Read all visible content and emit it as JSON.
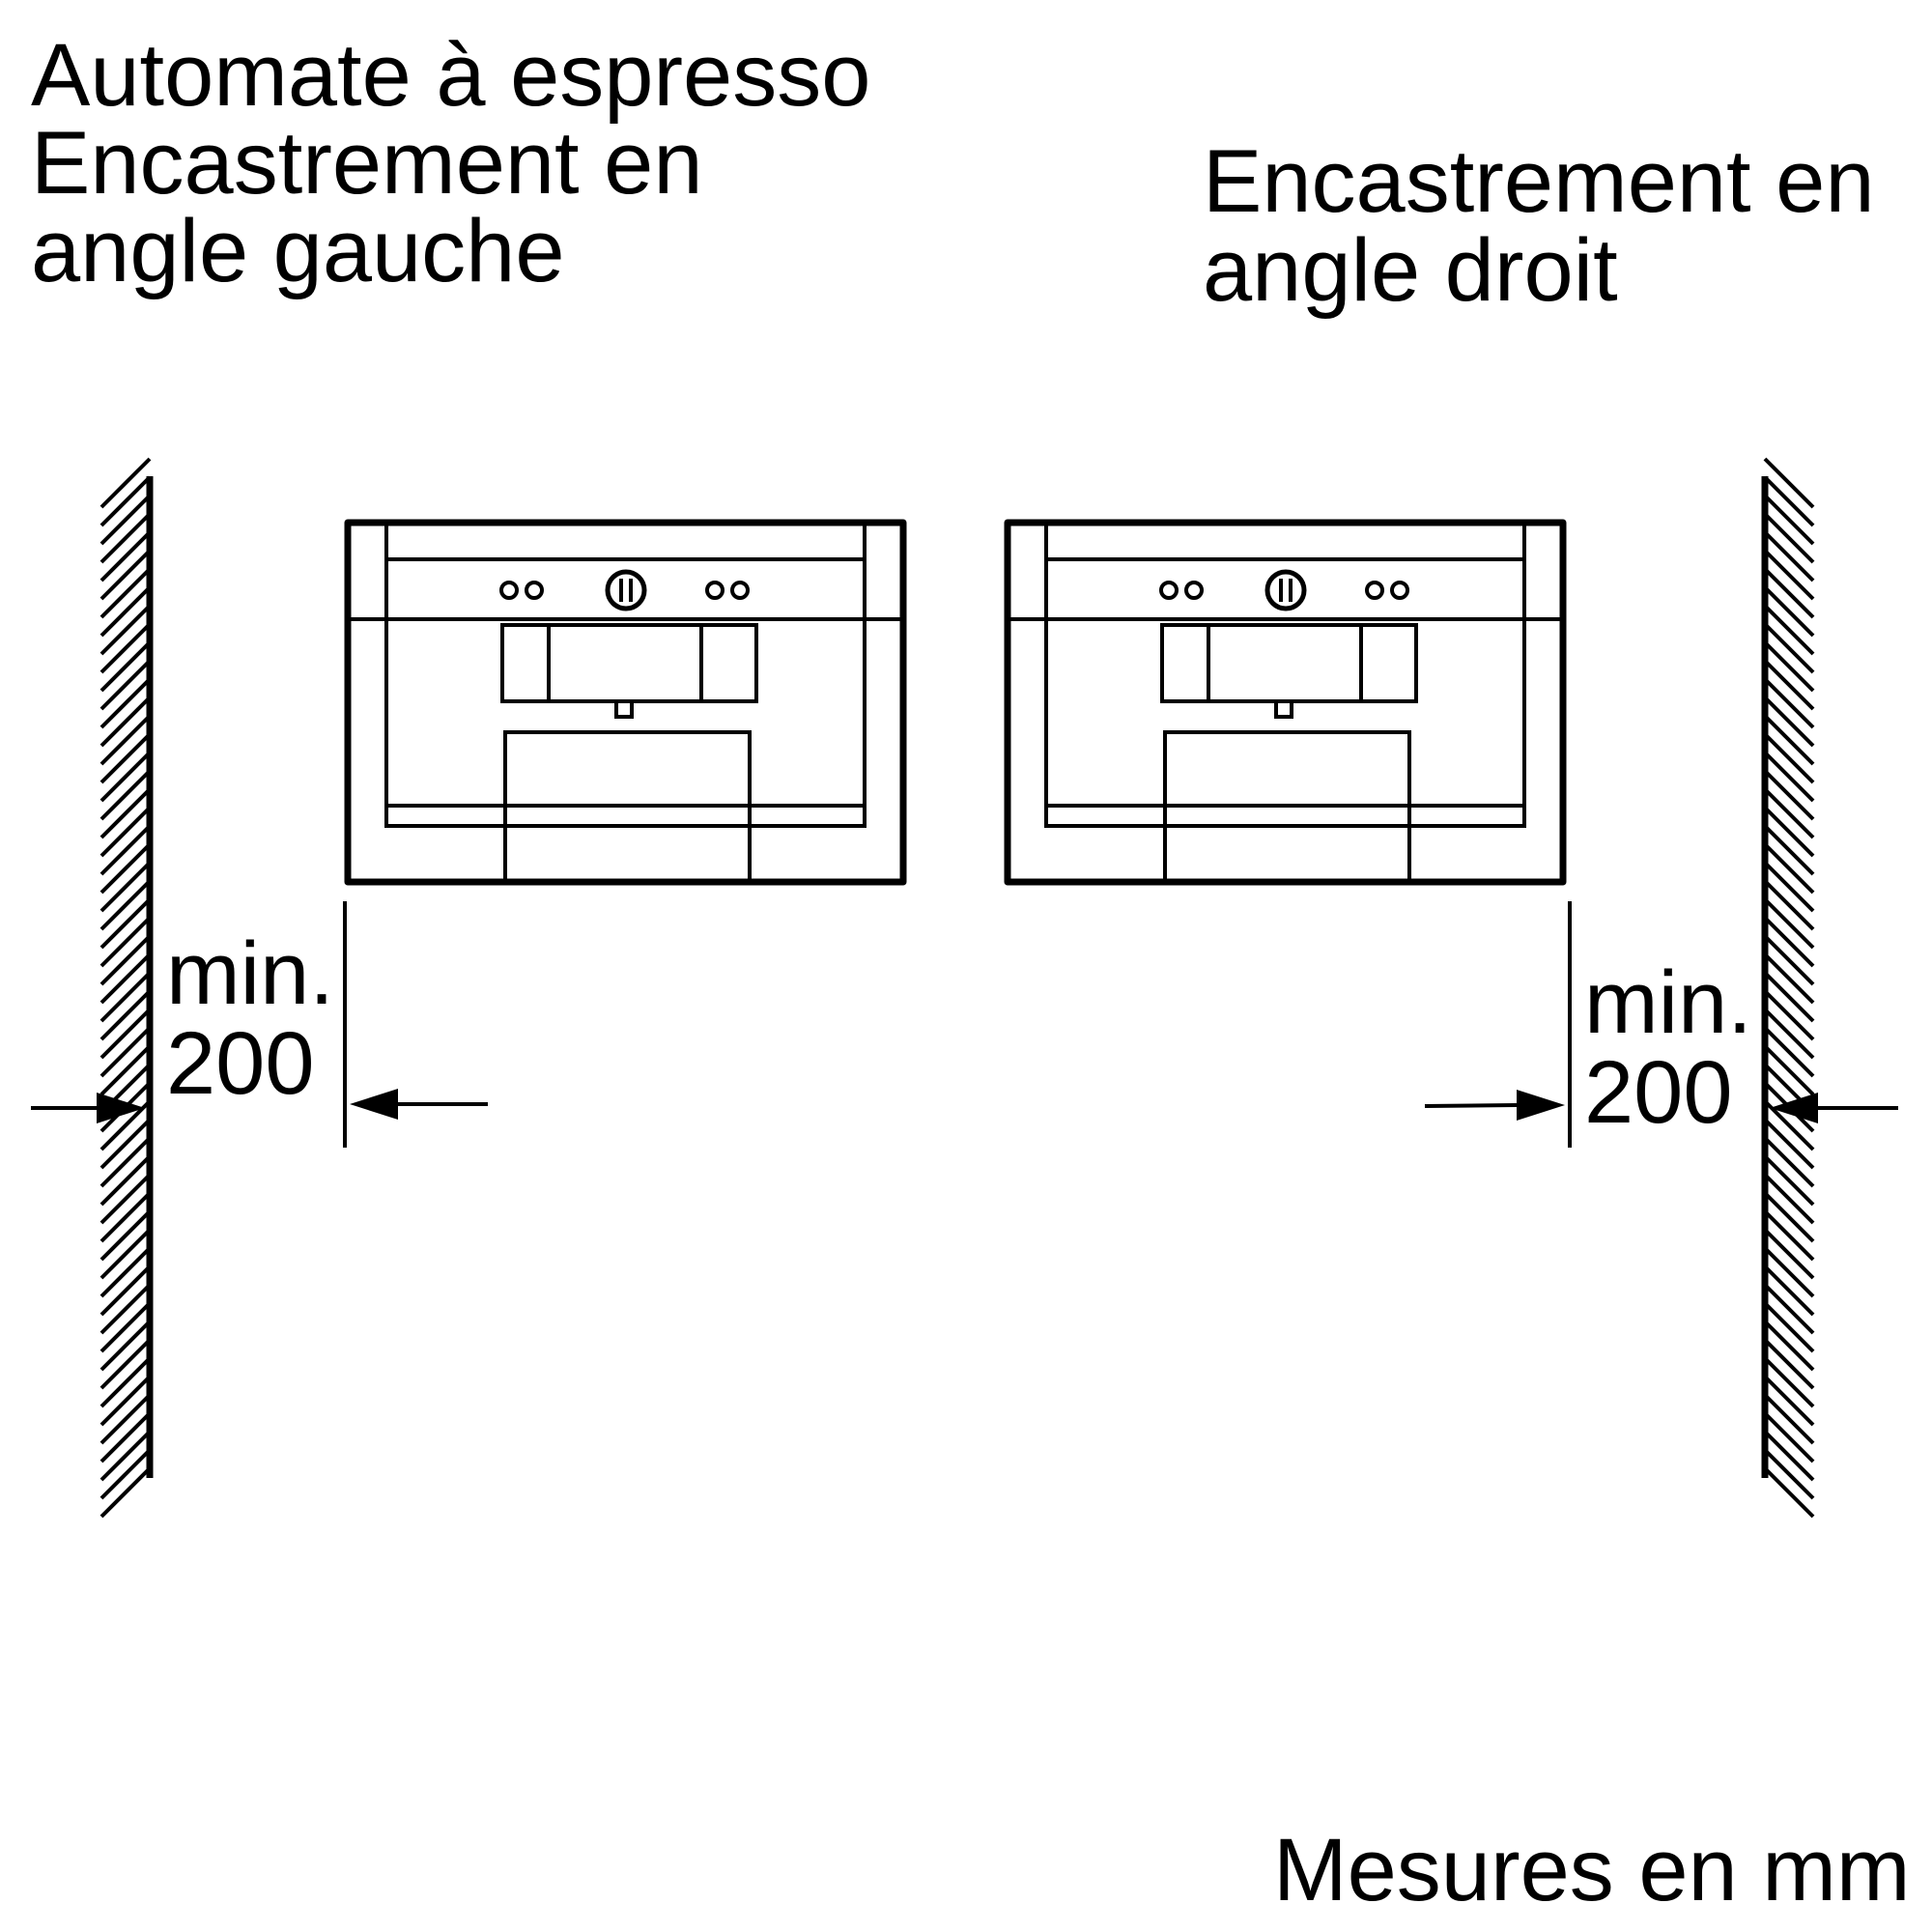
{
  "left": {
    "title_line1": "Automate à espresso",
    "title_line2": "Encastrement en",
    "title_line3": "angle gauche",
    "dim_label1": "min.",
    "dim_label2": "200"
  },
  "right": {
    "title_line1": "Encastrement en",
    "title_line2": "angle droit",
    "dim_label1": "min.",
    "dim_label2": "200"
  },
  "footer": {
    "units_note": "Mesures en mm"
  },
  "colors": {
    "stroke": "#000000",
    "background": "#ffffff"
  }
}
